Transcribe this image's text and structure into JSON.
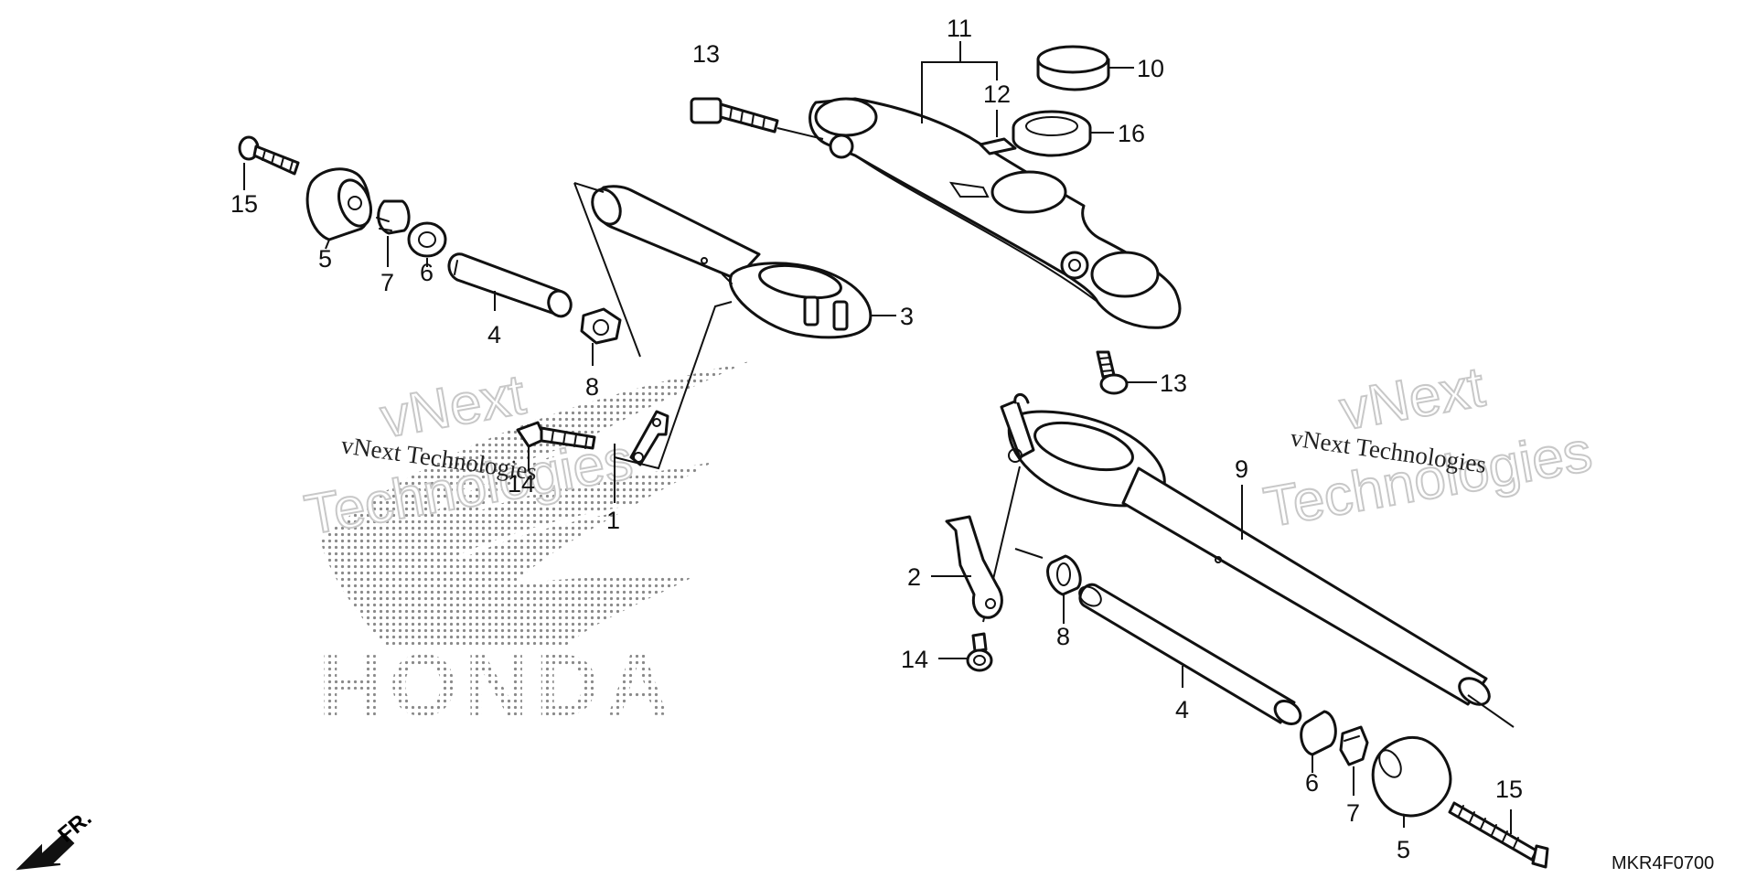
{
  "diagram": {
    "callouts": [
      {
        "id": "c1",
        "label": "1"
      },
      {
        "id": "c2",
        "label": "2"
      },
      {
        "id": "c3",
        "label": "3"
      },
      {
        "id": "c4a",
        "label": "4"
      },
      {
        "id": "c4b",
        "label": "4"
      },
      {
        "id": "c5a",
        "label": "5"
      },
      {
        "id": "c5b",
        "label": "5"
      },
      {
        "id": "c6a",
        "label": "6"
      },
      {
        "id": "c6b",
        "label": "6"
      },
      {
        "id": "c7a",
        "label": "7"
      },
      {
        "id": "c7b",
        "label": "7"
      },
      {
        "id": "c8a",
        "label": "8"
      },
      {
        "id": "c8b",
        "label": "8"
      },
      {
        "id": "c9",
        "label": "9"
      },
      {
        "id": "c10",
        "label": "10"
      },
      {
        "id": "c11",
        "label": "11"
      },
      {
        "id": "c12",
        "label": "12"
      },
      {
        "id": "c13a",
        "label": "13"
      },
      {
        "id": "c13b",
        "label": "13"
      },
      {
        "id": "c14a",
        "label": "14"
      },
      {
        "id": "c14b",
        "label": "14"
      },
      {
        "id": "c15a",
        "label": "15"
      },
      {
        "id": "c15b",
        "label": "15"
      },
      {
        "id": "c16",
        "label": "16"
      }
    ],
    "direction_label": "FR.",
    "diagram_code": "MKR4F0700",
    "logo_text": "HONDA",
    "watermark_line1": "vNext Technologies",
    "watermark_big1": "vNext",
    "watermark_big2": "Technologies"
  }
}
